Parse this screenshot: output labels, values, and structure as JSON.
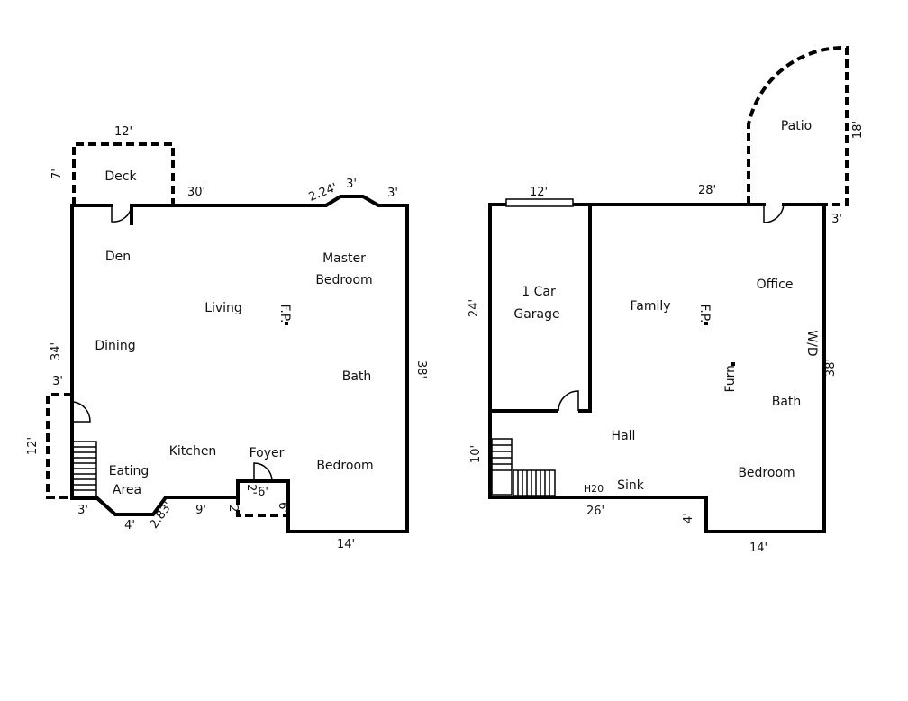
{
  "floor1": {
    "rooms": {
      "deck": "Deck",
      "den": "Den",
      "living": "Living",
      "fp": "F.P.",
      "master1": "Master",
      "master2": "Bedroom",
      "dining": "Dining",
      "bath": "Bath",
      "kitchen": "Kitchen",
      "foyer": "Foyer",
      "eating1": "Eating",
      "eating2": "Area",
      "bedroom": "Bedroom"
    },
    "dims": {
      "deck_width": "12'",
      "deck_depth": "7'",
      "top_wall": "30'",
      "bay_angle": "2.24'",
      "bay_mid": "3'",
      "bay_right": "3'",
      "left_wall": "34'",
      "left_offset": "3'",
      "stair_deck": "12'",
      "right_wall": "38'",
      "bottom_left": "3'",
      "bottom_bay": "4'",
      "bottom_angle": "2.83'",
      "bottom_kitchen": "9'",
      "foyer_width": "6'",
      "foyer_left": "2'",
      "foyer_inner": "2'",
      "foyer_right": "6'",
      "bottom_right": "14'"
    }
  },
  "floor2": {
    "rooms": {
      "patio": "Patio",
      "garage1": "1 Car",
      "garage2": "Garage",
      "family": "Family",
      "fp": "F.P.",
      "office": "Office",
      "wd": "W/D",
      "furn": "Furn.",
      "bath": "Bath",
      "hall": "Hall",
      "h2o": "H20",
      "sink": "Sink",
      "bedroom": "Bedroom"
    },
    "dims": {
      "garage_width": "12'",
      "top_wall": "28'",
      "patio_depth": "18'",
      "patio_offset": "3'",
      "garage_depth": "24'",
      "right_wall": "38'",
      "stair_depth": "10'",
      "bottom_wall": "26'",
      "bottom_step": "4'",
      "bottom_right": "14'"
    }
  }
}
